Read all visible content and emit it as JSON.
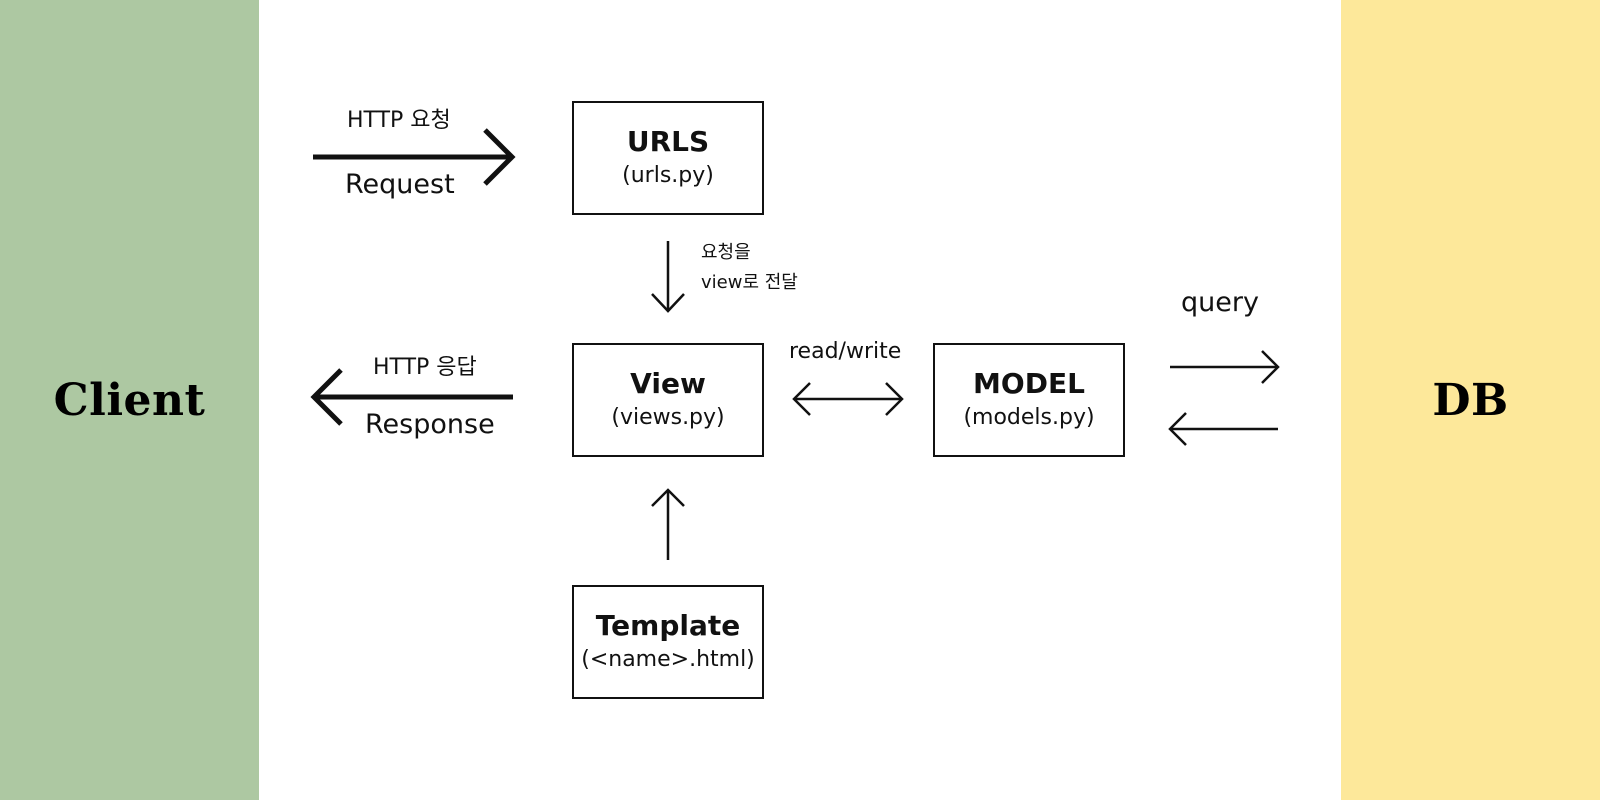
{
  "client": {
    "title": "Client",
    "color": "#adc8a2"
  },
  "db": {
    "title": "DB",
    "color": "#fde89a"
  },
  "urls": {
    "title": "URLS",
    "subtitle": "(urls.py)"
  },
  "view": {
    "title": "View",
    "subtitle": "(views.py)"
  },
  "model": {
    "title": "MODEL",
    "subtitle": "(models.py)"
  },
  "template": {
    "title": "Template",
    "subtitle": "(<name>.html)"
  },
  "request": {
    "http_label": "HTTP 요청",
    "label": "Request"
  },
  "response": {
    "http_label": "HTTP 응답",
    "label": "Response"
  },
  "pass_to_view": {
    "line1": "요청을",
    "line2": "view로 전달"
  },
  "read_write": {
    "label": "read/write"
  },
  "query": {
    "label": "query"
  }
}
